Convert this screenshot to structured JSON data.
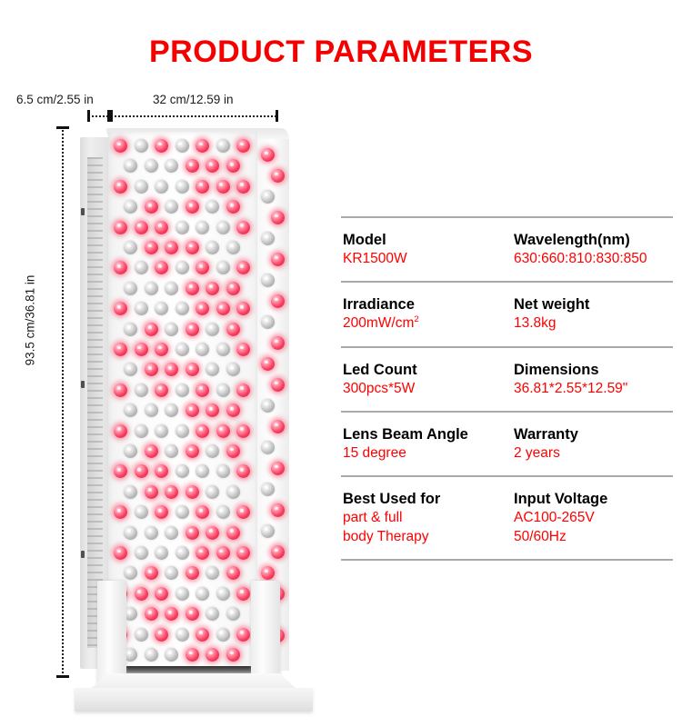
{
  "page": {
    "title": "PRODUCT PARAMETERS",
    "title_color": "#f50000",
    "background": "#ffffff"
  },
  "product_figure": {
    "name": "red-light-therapy-panel",
    "dimensions": {
      "depth_label": "6.5 cm/2.55 in",
      "width_label": "32 cm/12.59 in",
      "height_label": "93.5 cm/36.81 in"
    }
  },
  "spec_table": {
    "accent_color": "#ff0000",
    "rule_color": "#a9a9a9",
    "rows": [
      {
        "left": {
          "key": "Model",
          "value": "KR1500W"
        },
        "right": {
          "key": "Wavelength(nm)",
          "value": "630:660:810:830:850"
        }
      },
      {
        "left": {
          "key": "Irradiance",
          "value": "200mW/cm",
          "superscript": "2"
        },
        "right": {
          "key": "Net weight",
          "value": "13.8kg"
        }
      },
      {
        "left": {
          "key": "Led Count",
          "value": "300pcs*5W"
        },
        "right": {
          "key": "Dimensions",
          "value": "36.81*2.55*12.59\""
        }
      },
      {
        "left": {
          "key": "Lens Beam Angle",
          "value": "15 degree"
        },
        "right": {
          "key": "Warranty",
          "value": "2 years"
        }
      },
      {
        "left": {
          "key": "Best Used for",
          "value": "part & full",
          "value2": "body Therapy"
        },
        "right": {
          "key": "Input Voltage",
          "value": "AC100-265V",
          "value2": "50/60Hz"
        }
      }
    ]
  }
}
